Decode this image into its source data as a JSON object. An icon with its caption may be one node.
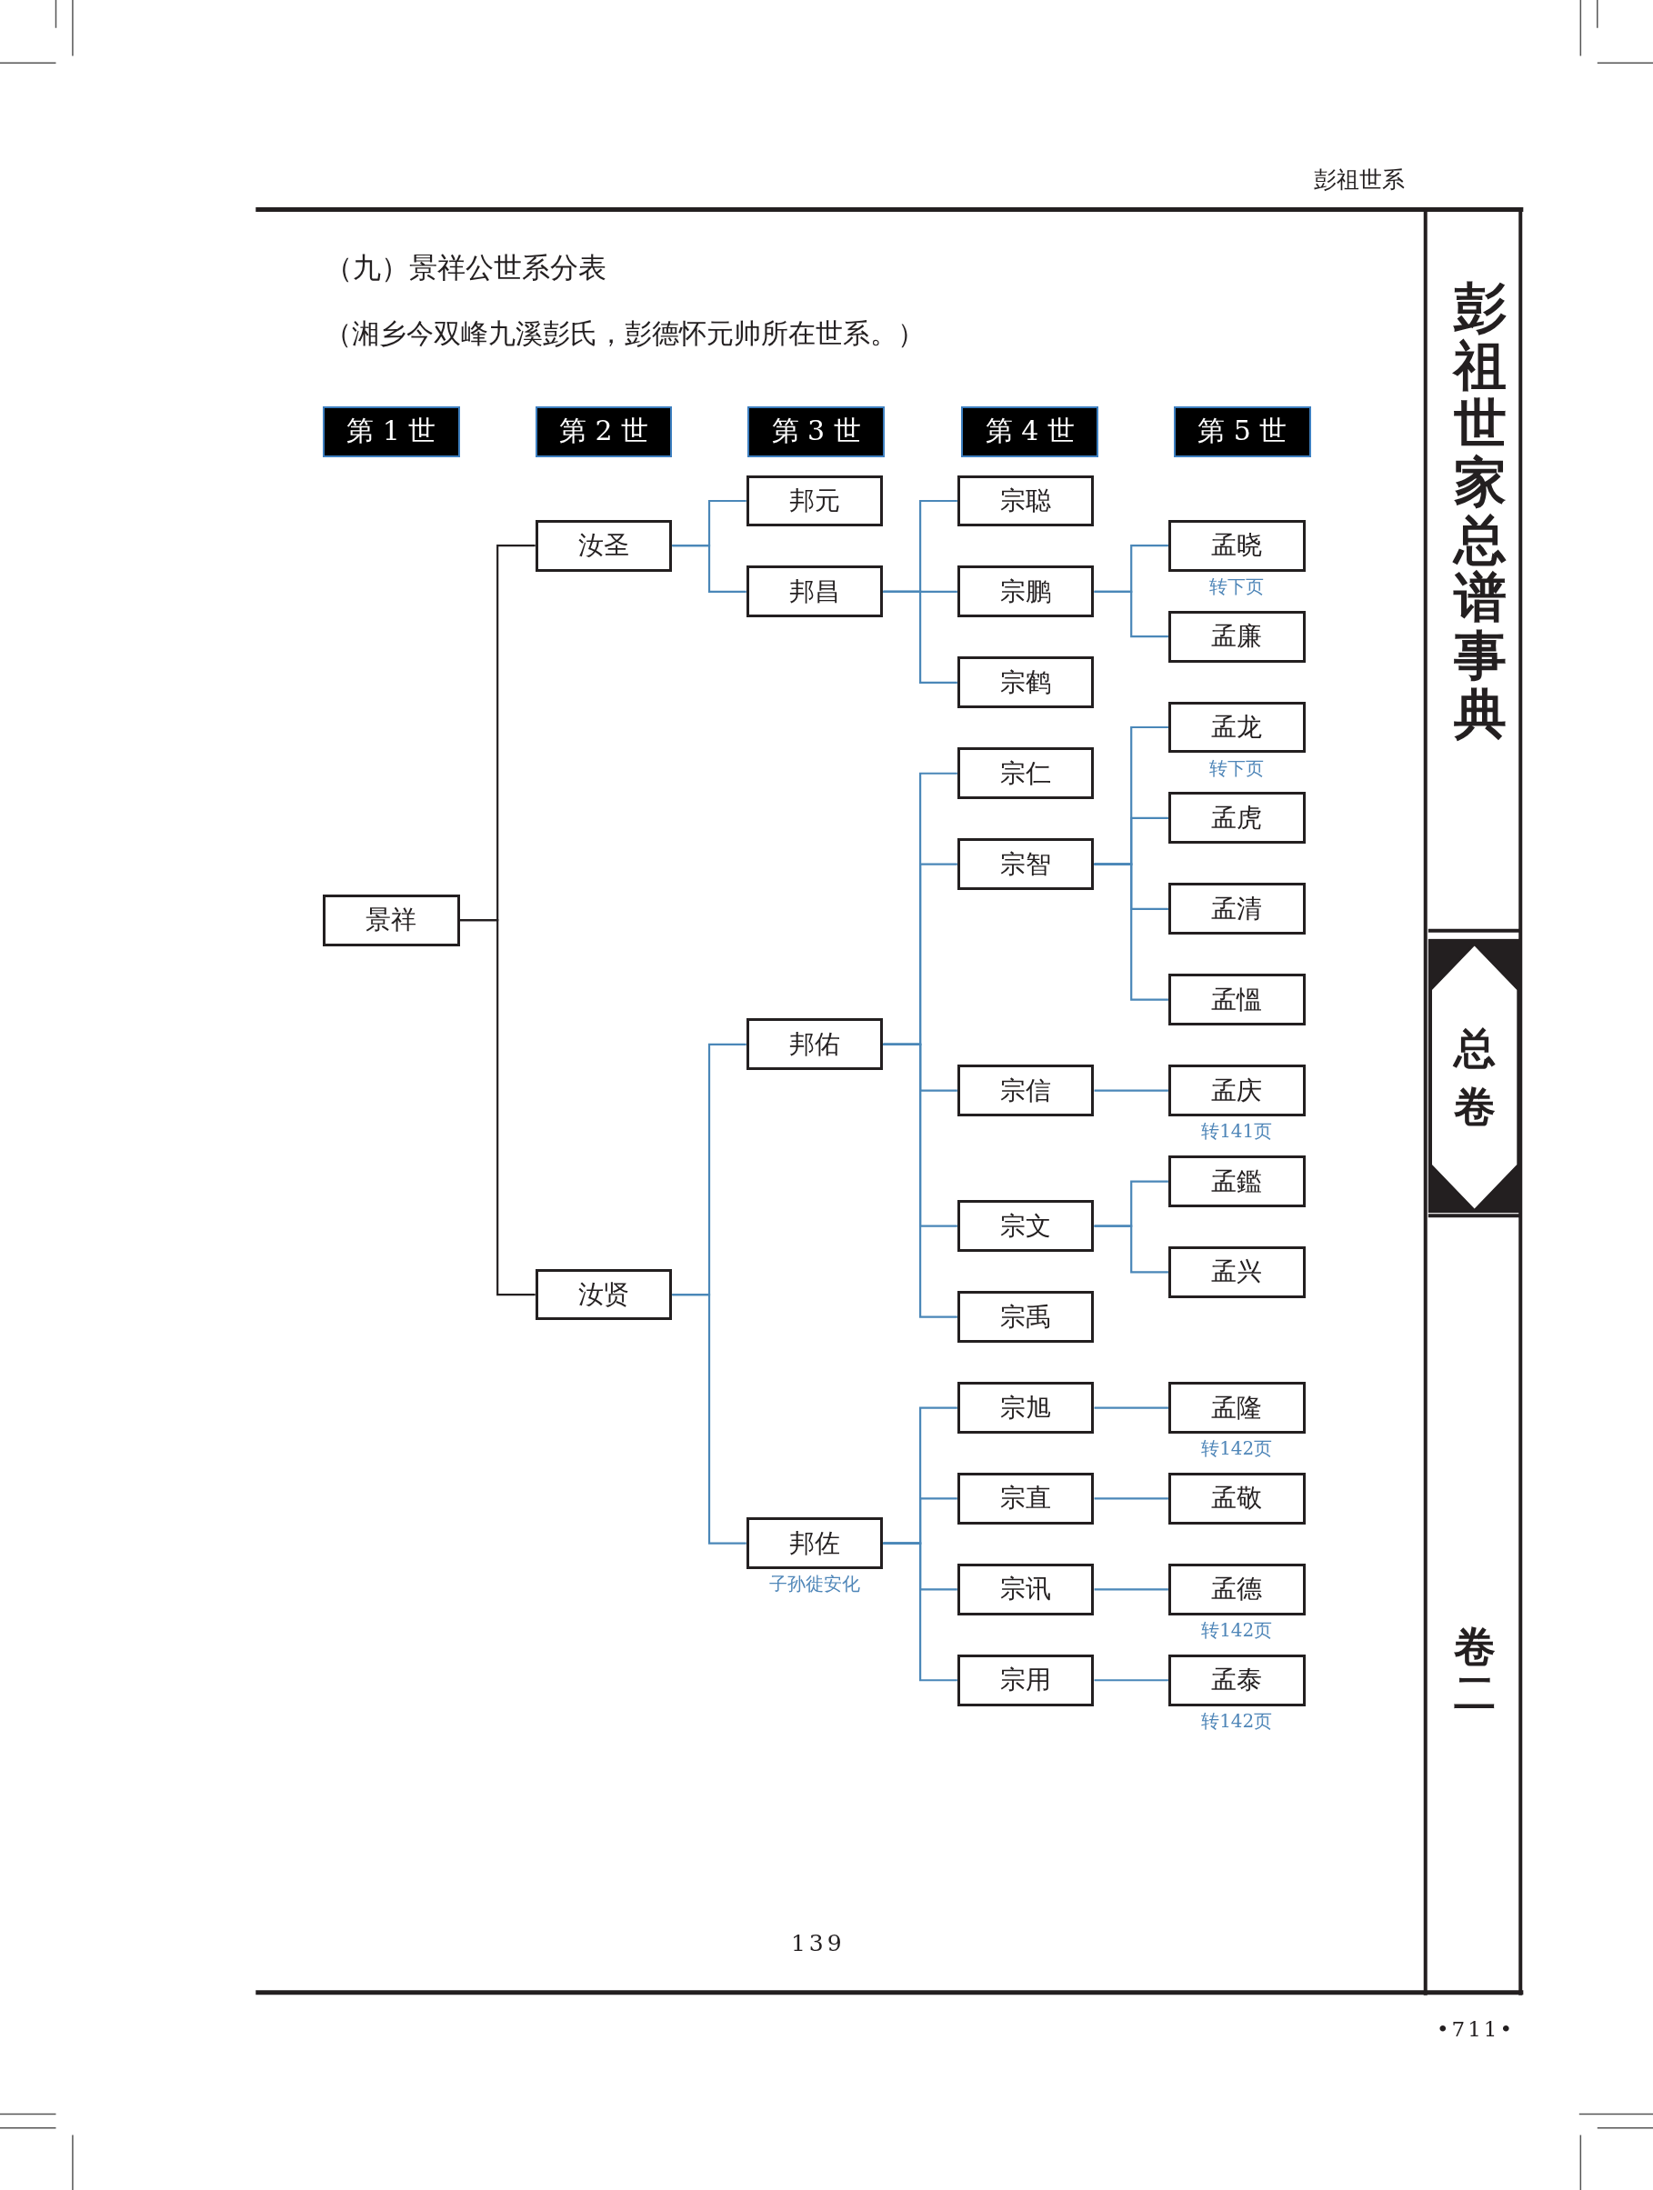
{
  "diagram": {
    "title": "（九）景祥公世系分表",
    "nodes": [
      {
        "text": [
          "第 1 世"
        ]
      },
      {
        "text": [
          "第 2 世"
        ]
      },
      {
        "text": [
          "第 3 世"
        ]
      },
      {
        "text": [
          "第 4 世"
        ]
      },
      {
        "text": [
          "第 5 世"
        ]
      },
      {
        "text": [
          "景祥"
        ]
      },
      {
        "text": [
          "汝圣"
        ]
      },
      {
        "text": [
          "汝贤"
        ]
      },
      {
        "text": [
          "邦元"
        ]
      },
      {
        "text": [
          "邦昌"
        ]
      },
      {
        "text": [
          "邦佑"
        ]
      },
      {
        "text": [
          "邦佐"
        ],
        "beside": [
          "子孙徙安化"
        ]
      },
      {
        "text": [
          "宗聪"
        ]
      },
      {
        "text": [
          "宗鹏"
        ]
      },
      {
        "text": [
          "宗鹤"
        ]
      },
      {
        "text": [
          "宗仁"
        ]
      },
      {
        "text": [
          "宗智"
        ]
      },
      {
        "text": [
          "宗信"
        ]
      },
      {
        "text": [
          "宗文"
        ]
      },
      {
        "text": [
          "宗禹"
        ]
      },
      {
        "text": [
          "宗旭"
        ]
      },
      {
        "text": [
          "宗直"
        ]
      },
      {
        "text": [
          "宗讯"
        ]
      },
      {
        "text": [
          "宗用"
        ]
      },
      {
        "text": [
          "孟晓"
        ],
        "beside": [
          "转下页"
        ]
      },
      {
        "text": [
          "孟廉"
        ]
      },
      {
        "text": [
          "孟龙"
        ],
        "beside": [
          "转下页"
        ]
      },
      {
        "text": [
          "孟虎"
        ]
      },
      {
        "text": [
          "孟清"
        ]
      },
      {
        "text": [
          "孟慍"
        ]
      },
      {
        "text": [
          "孟庆"
        ],
        "beside": [
          "转141页"
        ]
      },
      {
        "text": [
          "孟鑑"
        ]
      },
      {
        "text": [
          "孟兴"
        ]
      },
      {
        "text": [
          "孟隆"
        ],
        "beside": [
          "转142页"
        ]
      },
      {
        "text": [
          "孟敬"
        ]
      },
      {
        "text": [
          "孟德"
        ],
        "beside": [
          "转142页"
        ]
      },
      {
        "text": [
          "孟泰"
        ],
        "beside": [
          "转142页"
        ]
      },
      {
        "text": [
          "总卷"
        ]
      }
    ],
    "edges": [
      {
        "from": 5,
        "to": 6,
        "arrow": "none",
        "color": "#231f20"
      },
      {
        "from": 5,
        "to": 7,
        "arrow": "none",
        "color": "#231f20"
      },
      {
        "from": 6,
        "to": 8,
        "arrow": "none"
      },
      {
        "from": 6,
        "to": 9,
        "arrow": "none"
      },
      {
        "from": 7,
        "to": 10,
        "arrow": "none"
      },
      {
        "from": 7,
        "to": 11,
        "arrow": "none"
      },
      {
        "from": 9,
        "to": 12,
        "arrow": "none"
      },
      {
        "from": 9,
        "to": 13,
        "arrow": "none"
      },
      {
        "from": 9,
        "to": 14,
        "arrow": "none"
      },
      {
        "from": 10,
        "to": 15,
        "arrow": "none"
      },
      {
        "from": 10,
        "to": 16,
        "arrow": "none"
      },
      {
        "from": 10,
        "to": 17,
        "arrow": "none"
      },
      {
        "from": 10,
        "to": 18,
        "arrow": "none"
      },
      {
        "from": 10,
        "to": 19,
        "arrow": "none"
      },
      {
        "from": 11,
        "to": 20,
        "arrow": "none"
      },
      {
        "from": 11,
        "to": 21,
        "arrow": "none"
      },
      {
        "from": 11,
        "to": 22,
        "arrow": "none"
      },
      {
        "from": 11,
        "to": 23,
        "arrow": "none"
      },
      {
        "from": 13,
        "to": 24,
        "arrow": "none"
      },
      {
        "from": 13,
        "to": 25,
        "arrow": "none"
      },
      {
        "from": 16,
        "to": 26,
        "arrow": "none"
      },
      {
        "from": 16,
        "to": 27,
        "arrow": "none"
      },
      {
        "from": 16,
        "to": 28,
        "arrow": "none"
      },
      {
        "from": 16,
        "to": 29,
        "arrow": "none"
      },
      {
        "from": 17,
        "to": 30,
        "arrow": "none"
      },
      {
        "from": 18,
        "to": 31,
        "arrow": "none"
      },
      {
        "from": 18,
        "to": 32,
        "arrow": "none"
      },
      {
        "from": 20,
        "to": 33,
        "arrow": "none"
      },
      {
        "from": 21,
        "to": 34,
        "arrow": "none"
      },
      {
        "from": 22,
        "to": 35,
        "arrow": "none"
      },
      {
        "from": 23,
        "to": 36,
        "arrow": "none"
      }
    ],
    "labels": [
      "彭祖世系",
      "（湘乡今双峰九溪彭氏，彭德怀元帅所在世系。）",
      "彭祖世家总谱事典",
      "卷二",
      "139",
      "•711•"
    ]
  }
}
